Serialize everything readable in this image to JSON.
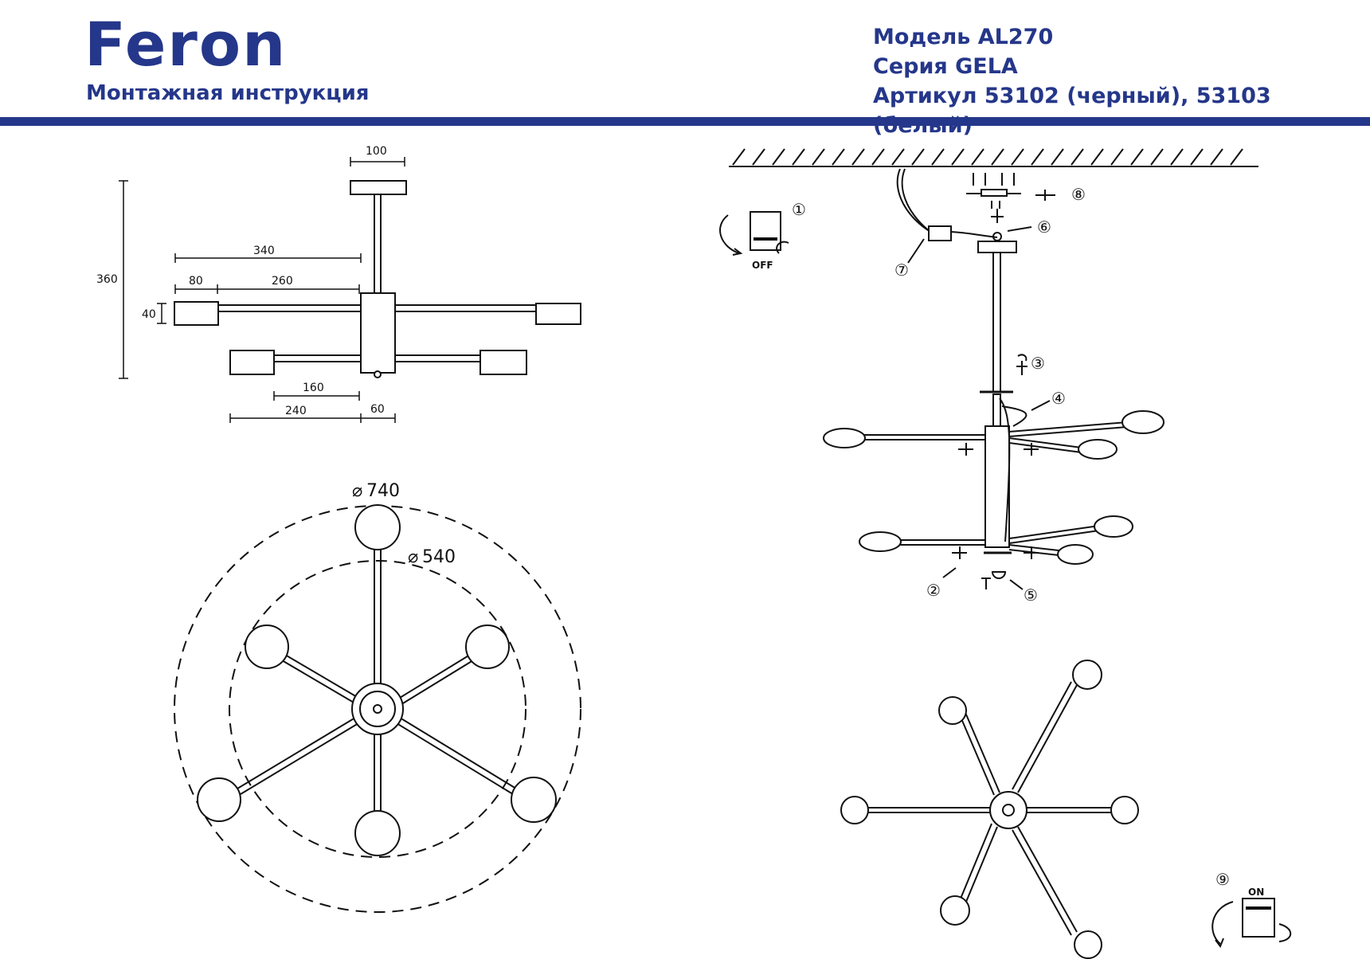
{
  "header": {
    "brand": "Feron",
    "subtitle": "Монтажная инструкция",
    "model": "Модель AL270",
    "series": "Серия GELA",
    "article": "Артикул 53102 (черный), 53103 (белый)"
  },
  "side_view": {
    "dim_canopy": "100",
    "dim_height": "360",
    "dim_upper_arm": "340",
    "dim_shade_len": "80",
    "dim_rod": "260",
    "dim_shade_height": "40",
    "dim_lower_rod": "160",
    "dim_lower_arm": "240",
    "dim_body": "60"
  },
  "top_view": {
    "outer_diameter": "740",
    "inner_diameter": "540",
    "diameter_symbol": "⌀"
  },
  "steps": {
    "labels": [
      "①",
      "②",
      "③",
      "④",
      "⑤",
      "⑥",
      "⑦",
      "⑧",
      "⑨"
    ],
    "switch_off": "OFF",
    "switch_on": "ON"
  },
  "colors": {
    "brand": "#25378a",
    "line": "#111111"
  }
}
